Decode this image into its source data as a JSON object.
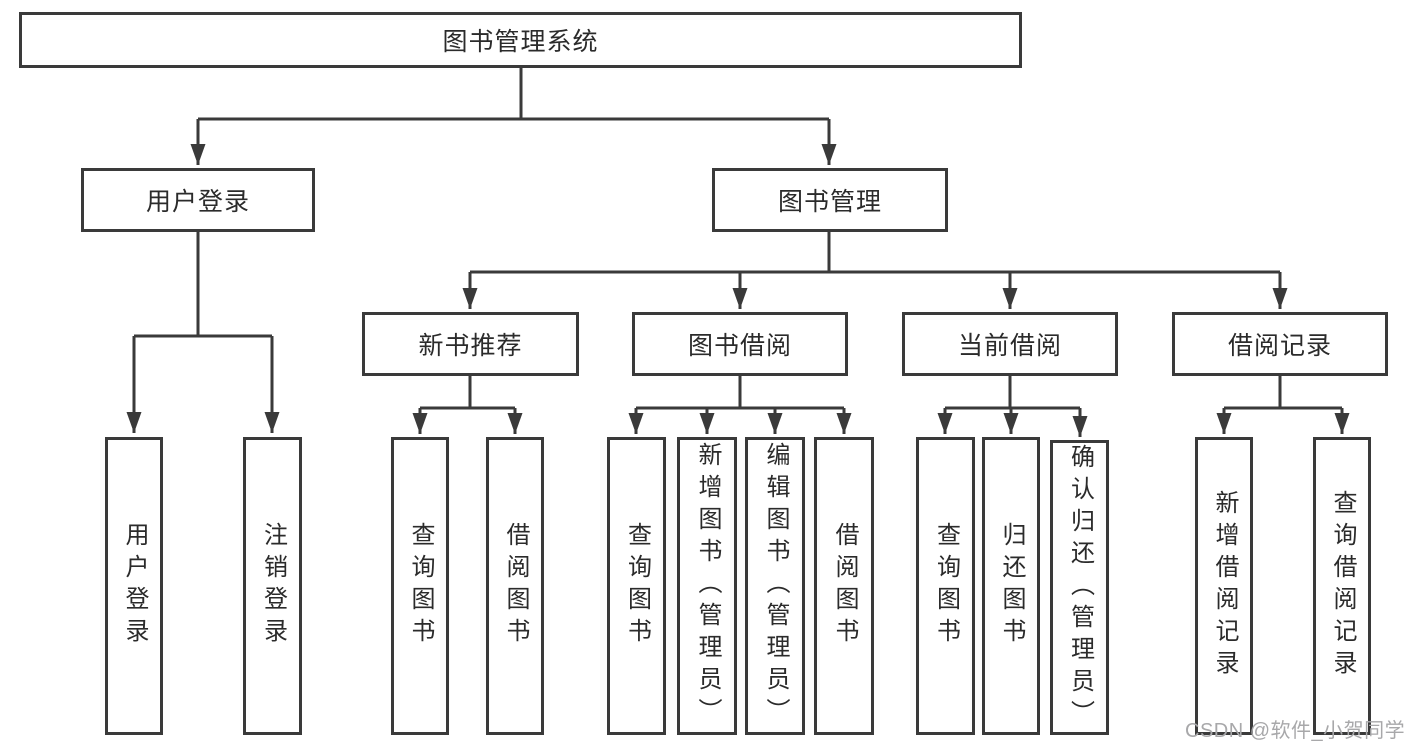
{
  "diagram": {
    "root": {
      "label": "图书管理系统"
    },
    "level2": {
      "user_login": {
        "label": "用户登录"
      },
      "book_management": {
        "label": "图书管理"
      }
    },
    "level3": {
      "new_book_recommend": {
        "label": "新书推荐"
      },
      "book_borrowing": {
        "label": "图书借阅"
      },
      "current_borrowing": {
        "label": "当前借阅"
      },
      "borrow_records": {
        "label": "借阅记录"
      }
    },
    "leaves": {
      "user_login": [
        "用户登录",
        "注销登录"
      ],
      "new_book_recommend": [
        "查询图书",
        "借阅图书"
      ],
      "book_borrowing": [
        "查询图书",
        "新增图书（管理员）",
        "编辑图书（管理员）",
        "借阅图书"
      ],
      "current_borrowing": [
        "查询图书",
        "归还图书",
        "确认归还（管理员）"
      ],
      "borrow_records": [
        "新增借阅记录",
        "查询借阅记录"
      ]
    }
  },
  "watermark": {
    "text": "CSDN @软件_小贺同学"
  },
  "colors": {
    "line": "#3a3a3a",
    "box_border": "#3a3a3a",
    "text": "#2b2b2b",
    "background": "#ffffff",
    "watermark": "#a8a8aa"
  }
}
